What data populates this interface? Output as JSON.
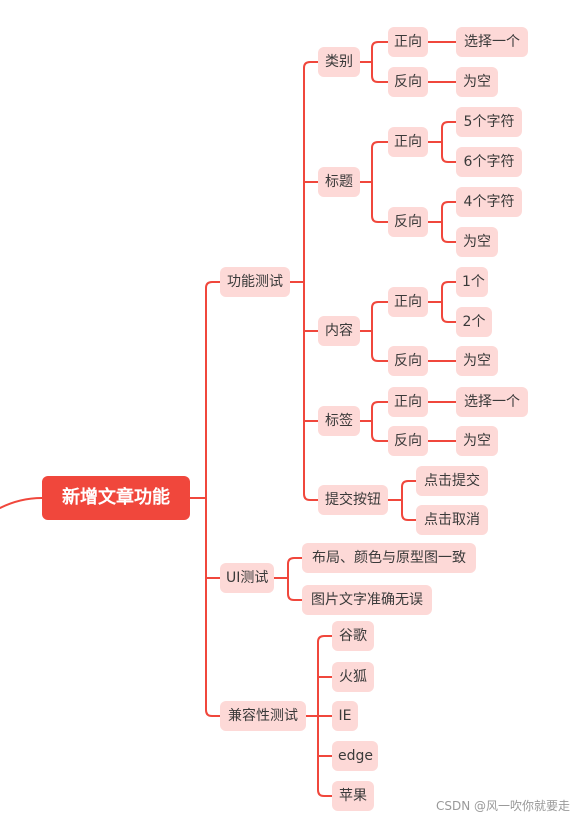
{
  "diagram": {
    "type": "mindmap",
    "line_color": "#f0473c",
    "node_fill": "#fdd9d7",
    "root_fill": "#f0473c",
    "root": {
      "label": "新增文章功能"
    },
    "branches": {
      "func_test": "功能测试",
      "ui_test": "UI测试",
      "compat_test": "兼容性测试"
    },
    "func": {
      "category": "类别",
      "title": "标题",
      "content": "内容",
      "tag": "标签",
      "submit_btn": "提交按钮",
      "category_pos": "正向",
      "category_neg": "反向",
      "category_pos_l1": "选择一个",
      "category_neg_l1": "为空",
      "title_pos": "正向",
      "title_neg": "反向",
      "title_pos_l1": "5个字符",
      "title_pos_l2": "6个字符",
      "title_neg_l1": "4个字符",
      "title_neg_l2": "为空",
      "content_pos": "正向",
      "content_neg": "反向",
      "content_pos_l1": "1个",
      "content_pos_l2": "2个",
      "content_neg_l1": "为空",
      "tag_pos": "正向",
      "tag_neg": "反向",
      "tag_pos_l1": "选择一个",
      "tag_neg_l1": "为空",
      "submit_l1": "点击提交",
      "submit_l2": "点击取消"
    },
    "ui": {
      "l1": "布局、颜色与原型图一致",
      "l2": "图片文字准确无误"
    },
    "compat": {
      "l1": "谷歌",
      "l2": "火狐",
      "l3": "IE",
      "l4": "edge",
      "l5": "苹果"
    }
  },
  "watermark": "CSDN @风一吹你就要走"
}
